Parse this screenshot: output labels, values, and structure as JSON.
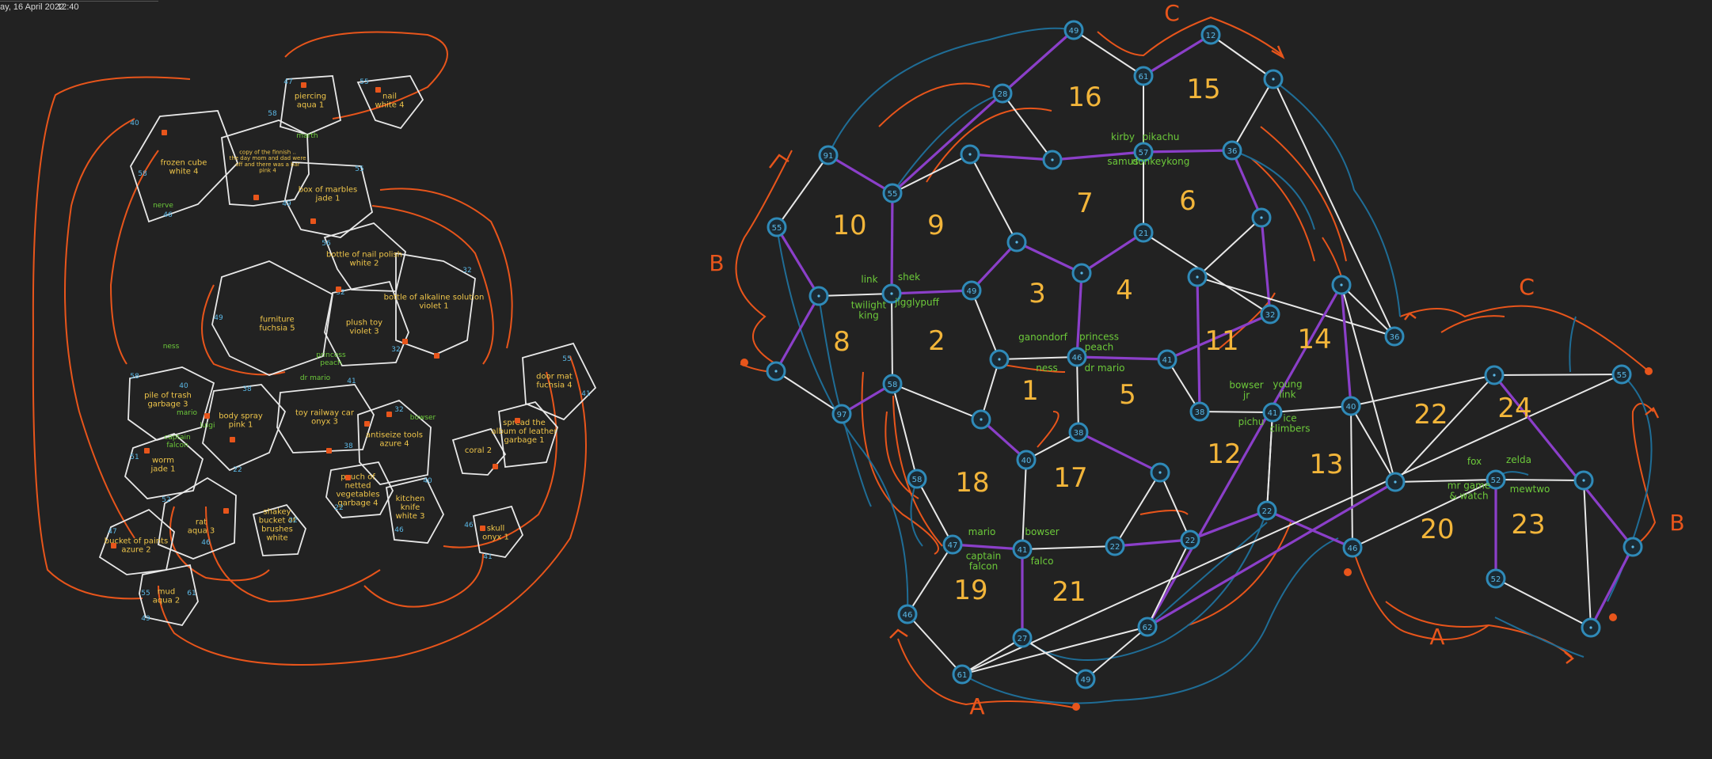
{
  "header": {
    "date": "ay, 16 April 2022",
    "time": "12:40"
  },
  "colors": {
    "background": "#222222",
    "edge": "#e8e8e8",
    "vertex": "#2f8ab8",
    "vertex_label": "#5bb8e6",
    "region_number": "#f2b53a",
    "orange_curve": "#e8551b",
    "purple_edge": "#8b3fc9",
    "character": "#6cc93a",
    "map_text": "#f0c64a",
    "lock": "#e8551b"
  },
  "graph": {
    "nodes": [
      {
        "id": "n1",
        "label": "49"
      },
      {
        "id": "n2",
        "label": "12"
      },
      {
        "id": "n3",
        "label": "61"
      },
      {
        "id": "n4",
        "label": "28"
      },
      {
        "id": "n5",
        "label": ""
      },
      {
        "id": "n6",
        "label": "91"
      },
      {
        "id": "n7",
        "label": "55"
      },
      {
        "id": "n8",
        "label": ""
      },
      {
        "id": "n9",
        "label": ""
      },
      {
        "id": "n10",
        "label": "57"
      },
      {
        "id": "n11",
        "label": "36"
      },
      {
        "id": "n12",
        "label": "55"
      },
      {
        "id": "n13",
        "label": ""
      },
      {
        "id": "n14",
        "label": ""
      },
      {
        "id": "n15",
        "label": "21"
      },
      {
        "id": "n16",
        "label": ""
      },
      {
        "id": "n17",
        "label": ""
      },
      {
        "id": "n18",
        "label": ""
      },
      {
        "id": "n19",
        "label": "49"
      },
      {
        "id": "n20",
        "label": ""
      },
      {
        "id": "n21",
        "label": "32"
      },
      {
        "id": "n22",
        "label": ""
      },
      {
        "id": "n23",
        "label": "36"
      },
      {
        "id": "n24",
        "label": ""
      },
      {
        "id": "n25",
        "label": ""
      },
      {
        "id": "n26",
        "label": "46"
      },
      {
        "id": "n27",
        "label": "41"
      },
      {
        "id": "n28",
        "label": "58"
      },
      {
        "id": "n29",
        "label": "97"
      },
      {
        "id": "n30",
        "label": ""
      },
      {
        "id": "n31",
        "label": "38"
      },
      {
        "id": "n32",
        "label": "38"
      },
      {
        "id": "n33",
        "label": "41"
      },
      {
        "id": "n34",
        "label": "40"
      },
      {
        "id": "n35",
        "label": "58"
      },
      {
        "id": "n36",
        "label": "40"
      },
      {
        "id": "n37",
        "label": ""
      },
      {
        "id": "n38",
        "label": "22"
      },
      {
        "id": "n39",
        "label": "22"
      },
      {
        "id": "n40",
        "label": "47"
      },
      {
        "id": "n41",
        "label": "41"
      },
      {
        "id": "n42",
        "label": "22"
      },
      {
        "id": "n43",
        "label": "46"
      },
      {
        "id": "n44",
        "label": ""
      },
      {
        "id": "n45",
        "label": "52"
      },
      {
        "id": "n46",
        "label": ""
      },
      {
        "id": "n47",
        "label": "46"
      },
      {
        "id": "n48",
        "label": "27"
      },
      {
        "id": "n49",
        "label": "62"
      },
      {
        "id": "n50",
        "label": "61"
      },
      {
        "id": "n51",
        "label": "49"
      },
      {
        "id": "n52",
        "label": ""
      },
      {
        "id": "n53",
        "label": "55"
      },
      {
        "id": "n54",
        "label": ""
      },
      {
        "id": "n55",
        "label": "52"
      },
      {
        "id": "n56",
        "label": ""
      }
    ],
    "region_numbers": [
      "16",
      "15",
      "10",
      "9",
      "7",
      "6",
      "3",
      "4",
      "8",
      "2",
      "11",
      "14",
      "1",
      "5",
      "12",
      "13",
      "18",
      "17",
      "22",
      "24",
      "20",
      "23",
      "19",
      "21"
    ],
    "characters": [
      "link",
      "shek",
      "twilight\nking",
      "jigglypuff",
      "kirby",
      "pikachu",
      "samus",
      "donkeykong",
      "ganondorf",
      "princess\npeach",
      "ness",
      "dr mario",
      "bowser\njr",
      "young\nlink",
      "pichu",
      "ice\nclimbers",
      "fox",
      "zelda",
      "mr game\n& watch",
      "mewtwo",
      "mario",
      "bowser",
      "captain\nfalcon",
      "falco"
    ],
    "edge_letters": [
      "C",
      "C",
      "B",
      "C",
      "B",
      "A",
      "A",
      "A"
    ]
  },
  "map": {
    "rooms": [
      {
        "name": "frozen cube\nwhite 4"
      },
      {
        "name": "piercing\naqua 1"
      },
      {
        "name": "nail\nwhite 4"
      },
      {
        "name": "copy of the finnish ..\nthe day mom and dad were\noff and there was a bar\npink 4"
      },
      {
        "name": "box of marbles\njade 1"
      },
      {
        "name": "bottle of nail polish\nwhite 2"
      },
      {
        "name": "bottle of alkaline solution\nviolet 1"
      },
      {
        "name": "furniture\nfuchsia 5"
      },
      {
        "name": "plush toy\nviolet 3"
      },
      {
        "name": "door mat\nfuchsia 4"
      },
      {
        "name": "pile of trash\ngarbage 3"
      },
      {
        "name": "body spray\npink 1"
      },
      {
        "name": "toy railway car\nonyx 3"
      },
      {
        "name": "antiseize tools\nazure 4"
      },
      {
        "name": "worm\njade 1"
      },
      {
        "name": "rat\naqua 3"
      },
      {
        "name": "bucket of paints\nazure 2"
      },
      {
        "name": "mud\naqua 2"
      },
      {
        "name": "shakey\nbucket of\nbrushes\nwhite"
      },
      {
        "name": "pouch of\nnetted\nvegetables\ngarbage 4"
      },
      {
        "name": "kitchen\nknife\nwhite 3"
      },
      {
        "name": "coral 2"
      },
      {
        "name": "skull\nonyx 1"
      },
      {
        "name": "spread the\nalbum of leather\ngarbage 1"
      }
    ],
    "characters": [
      "nerve",
      "marth",
      "ness",
      "princess\npeach",
      "dr mario",
      "mario",
      "captain\nfalcon",
      "luigi",
      "bowser"
    ]
  }
}
